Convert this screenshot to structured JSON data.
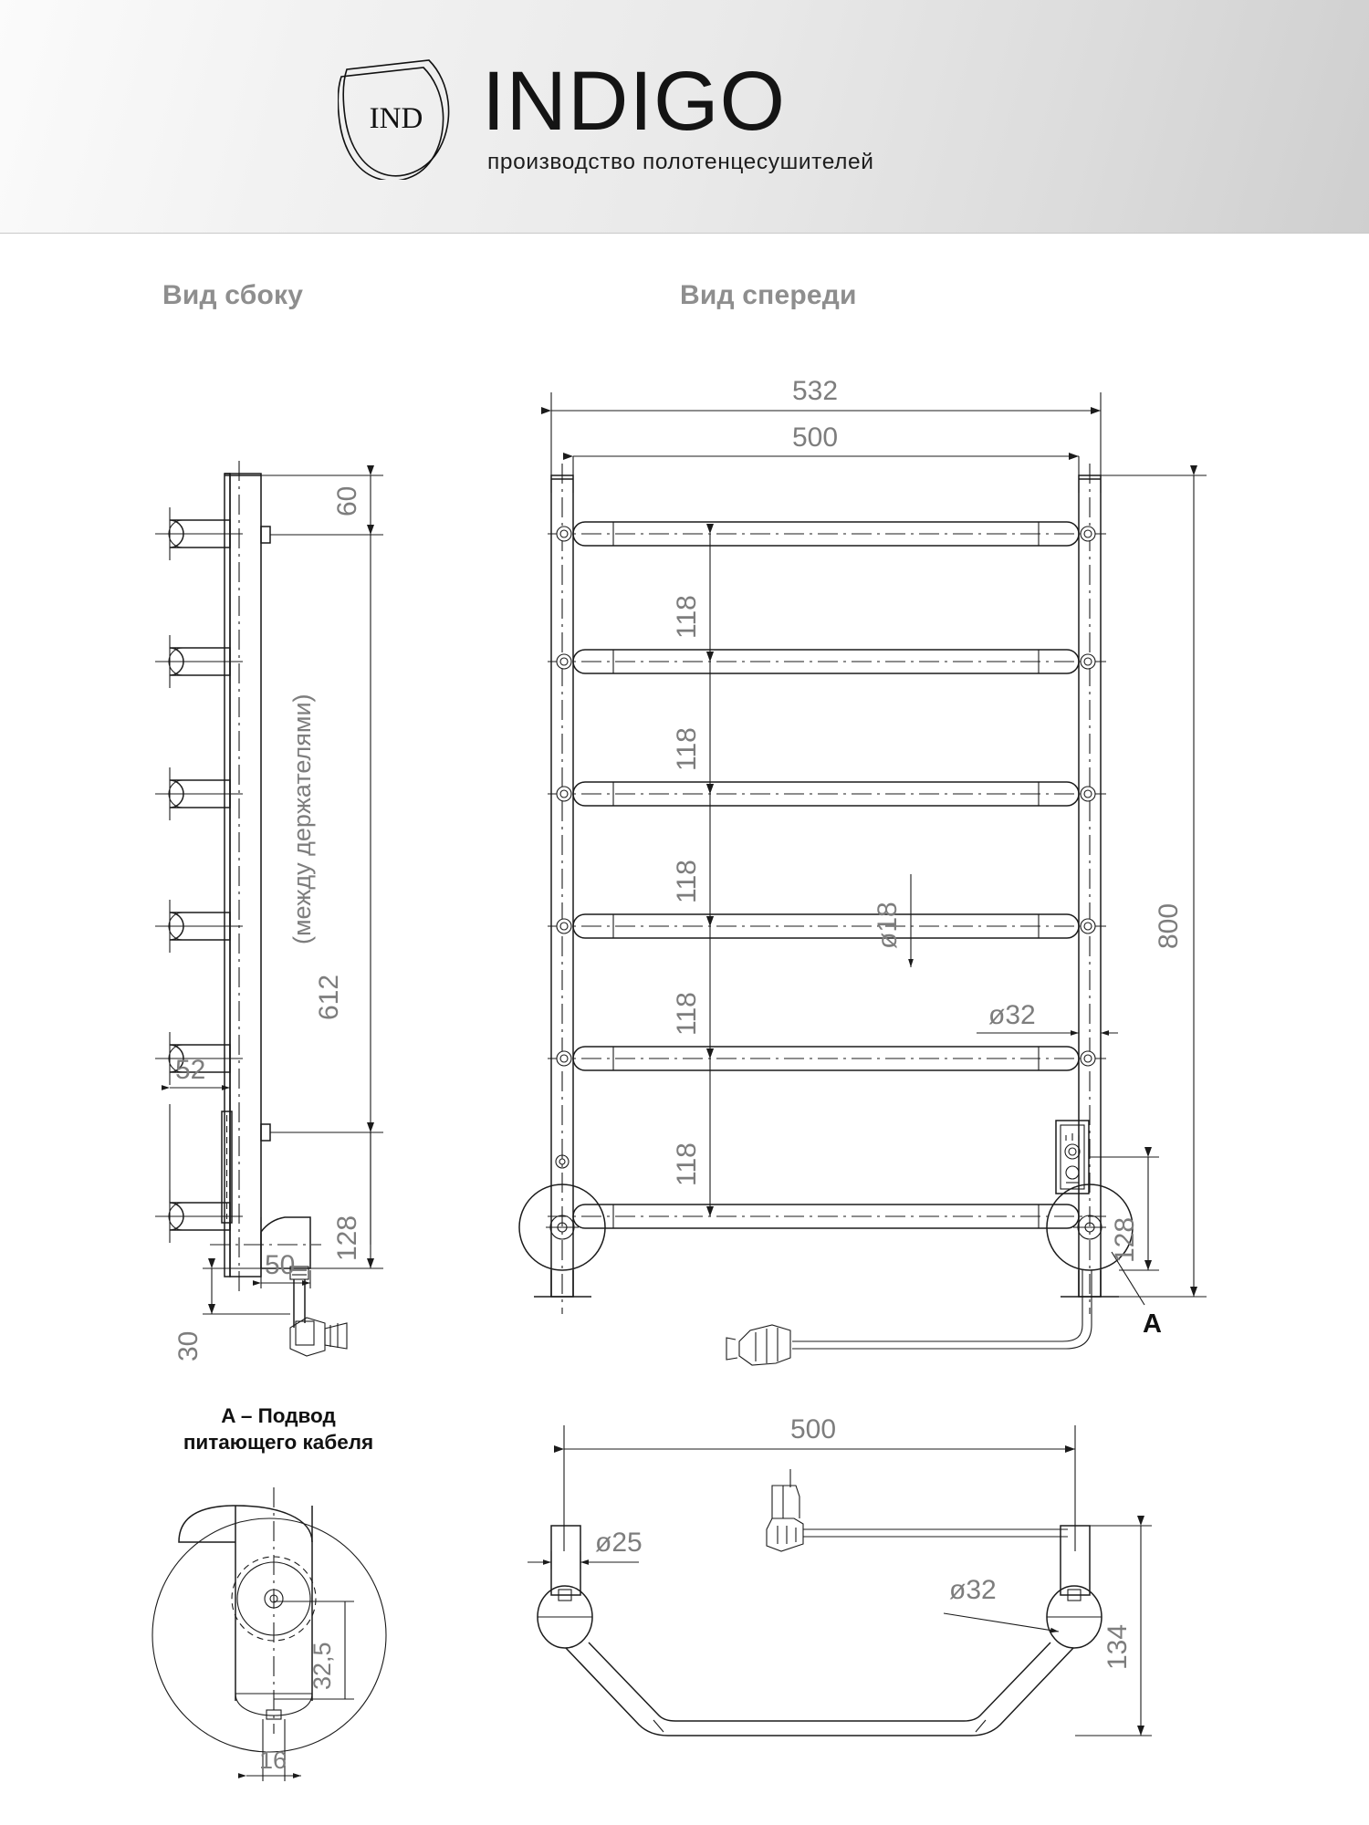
{
  "header": {
    "brand": "INDIGO",
    "tagline": "производство полотенцесушителей",
    "logo_monogram": "IND"
  },
  "views": {
    "side_title": "Вид сбоку",
    "front_title": "Вид спереди",
    "detail_title_line1": "A – Подвод",
    "detail_title_line2": "питающего кабеля",
    "detail_marker": "A"
  },
  "dimensions": {
    "side": {
      "top_offset": "60",
      "between_holders": "612",
      "between_holders_note": "(между держателями)",
      "bracket_depth": "52",
      "box_depth": "50",
      "box_height": "128",
      "cable_drop": "30"
    },
    "front": {
      "outer_width": "532",
      "inner_width": "500",
      "rung_spacing_1": "118",
      "rung_spacing_2": "118",
      "rung_spacing_3": "118",
      "rung_spacing_4": "118",
      "rung_spacing_5": "118",
      "rung_diameter": "ø18",
      "post_diameter": "ø32",
      "total_height": "800",
      "box_height": "128"
    },
    "top": {
      "width": "500",
      "bracket_diameter": "ø25",
      "post_diameter": "ø32",
      "depth": "134"
    },
    "detail_a": {
      "cable_offset": "32,5",
      "cable_width": "16"
    }
  },
  "colors": {
    "line": "#1b1b1b",
    "dimension_text": "#7d7d7d",
    "title_text": "#8e8e8e",
    "label_text": "#111111"
  }
}
